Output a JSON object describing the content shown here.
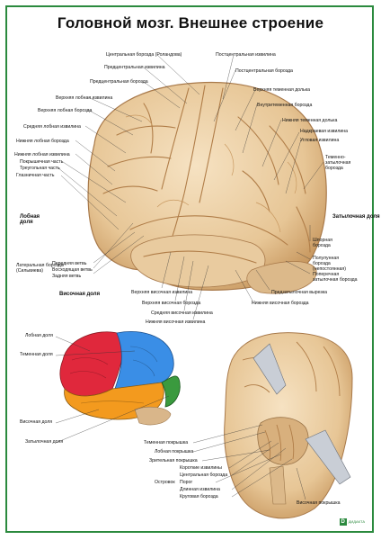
{
  "title": "Головной мозг. Внешнее строение",
  "main_labels": {
    "centralnaya_borozda": "Центральная борозда (Роландова)",
    "postcentralnaya_izvilina": "Постцентральная извилина",
    "precentralnaya_izvilina": "Предцентральная извилина",
    "postcentralnaya_borozda": "Постцентральная борозда",
    "precentralnaya_borozda": "Предцентральная борозда",
    "verhnyaya_temennaya_dolka": "Верхняя теменная долька",
    "verhnyaya_lobnaya_izvilina": "Верхняя лобная извилина",
    "vnutritemennaya_borozda": "Внутритеменная борозда",
    "verhnyaya_lobnaya_borozda": "Верхняя лобная борозда",
    "nizhnyaya_temennaya_dolka": "Нижняя теменная долька",
    "srednyaya_lobnaya_izvilina": "Средняя лобная извилина",
    "nadkraevaya_izvilina": "Надкраевая извилина",
    "nizhnyaya_lobnaya_borozda": "Нижняя лобная борозда",
    "uglovaya_izvilina": "Угловая извилина",
    "nizhnyaya_lobnaya_izvilina": "Нижняя лобная извилина",
    "pokryshechnaya_chast": "Покрышечная часть",
    "treugolnaya_chast": "Треугольная часть",
    "glaznichnaya_chast": "Глазничная часть",
    "temenno_zatylochnaya_borozda": "Теменно-затылочная борозда",
    "lobnaya_dolya": "Лобная доля",
    "zatylochnaya_dolya": "Затылочная доля",
    "lateralnaya_borozda": "Латеральная борозда (Сильвиева)",
    "perednyaya_vetv": "Передняя ветвь",
    "voshodyashaya_vetv": "Восходящая ветвь",
    "zadnyaya_vetv": "Задняя ветвь",
    "shpornaya_borozda": "Шпорная борозда",
    "lunnaya_borozda": "Полулунная борозда (непостоянная)",
    "poperechnaya_zatylochnaya_borozda": "Поперечная затылочная борозда",
    "visochnaya_dolya": "Височная доля",
    "verhnyaya_visochnaya_izvilina": "Верхняя височная извилина",
    "predzatylochnaya_vyrezka": "Предзатылочная вырезка",
    "verhnyaya_visochnaya_borozda": "Верхняя височная борозда",
    "nizhnyaya_visochnaya_borozda": "Нижняя височная борозда",
    "srednyaya_visochnaya_izvilina": "Средняя височная извилина",
    "nizhnyaya_visochnaya_izvilina": "Нижняя височная извилина"
  },
  "lobe_labels": {
    "lobnaya": "Лобная доля",
    "temennaya": "Теменная доля",
    "visochnaya": "Височная доля",
    "zatylochnaya": "Затылочная доля"
  },
  "insula_labels": {
    "temennaya_pokryshka": "Теменная покрышка",
    "lobnaya_pokryshka": "Лобная покрышка",
    "zritelnaya_pokryshka": "Зрительная покрышка",
    "korotkie_izviliny": "Короткие извилины",
    "centralnaya_borozda": "Центральная борозда",
    "porog": "Порог",
    "dlinnaya_izvilina": "Длинная извилина",
    "krugovaya_borozda": "Круговая борозда",
    "ostrovok": "Островок",
    "visochnaya_pokryshka": "Височная покрышка"
  },
  "logo_text": "ДИДАКТА",
  "colors": {
    "frame": "#2b8a3e",
    "frontal": "#e0283c",
    "parietal": "#3a8ee6",
    "temporal": "#f39a1e",
    "occipital": "#3a9a3e",
    "brain": "#efd2a8"
  }
}
